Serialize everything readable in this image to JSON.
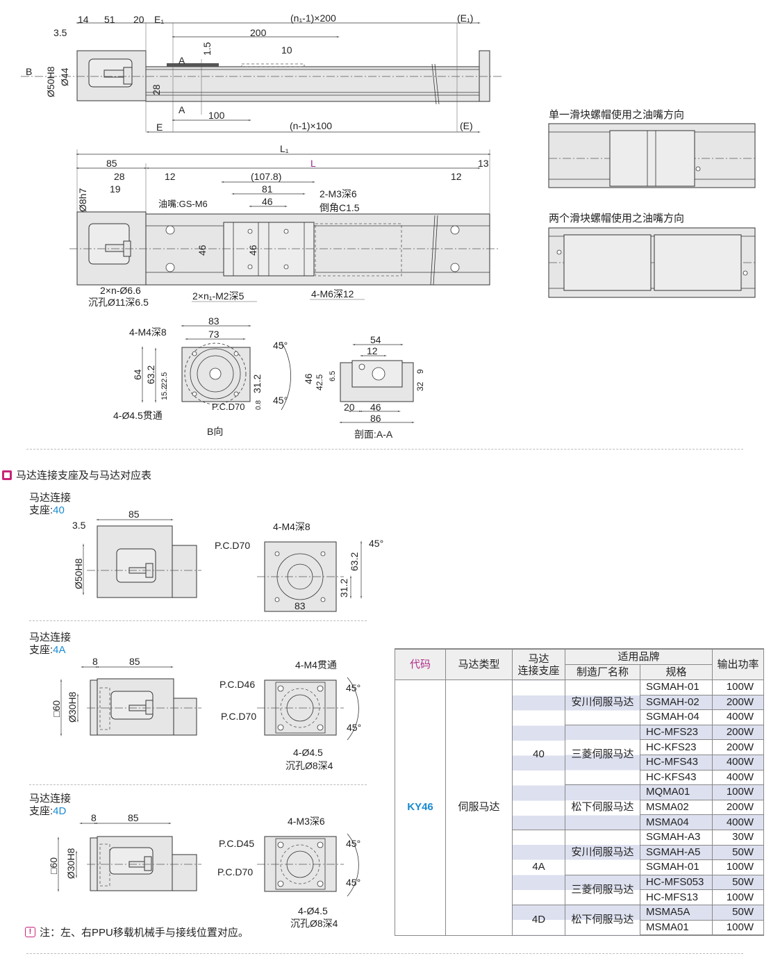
{
  "top_view": {
    "labels": [
      "14",
      "51",
      "20",
      "E₁",
      "(n₁-1)×200",
      "(E₁)",
      "3.5",
      "200",
      "1.5",
      "10",
      "A",
      "B",
      "Ø50H8",
      "Ø44",
      "28",
      "A",
      "100",
      "E",
      "(n-1)×100",
      "(E)"
    ]
  },
  "plan_view": {
    "labels": [
      "L₁",
      "85",
      "L",
      "13",
      "28",
      "12",
      "(107.8)",
      "12",
      "19",
      "81",
      "2-M3深6",
      "46",
      "倒角C1.5",
      "Ø8h7",
      "油嘴:GS-M6",
      "46",
      "46",
      "2×n-Ø6.6",
      "沉孔Ø11深6.5",
      "2×n₁-M2深5",
      "4-M6深12"
    ],
    "accent": "#9b2a8e"
  },
  "b_view": {
    "labels": [
      "83",
      "4-M4深8",
      "73",
      "45°",
      "64",
      "63.2",
      "22.5",
      "15.2",
      "31.2",
      "0.8",
      "45°",
      "P.C.D70",
      "4-Ø4.5贯通",
      "B向"
    ]
  },
  "aa_view": {
    "labels": [
      "54",
      "12",
      "46",
      "42.5",
      "6.5",
      "9",
      "32",
      "20",
      "46",
      "86",
      "剖面:A-A"
    ]
  },
  "side_notes": {
    "single": "单一滑块螺帽使用之油嘴方向",
    "double": "两个滑块螺帽使用之油嘴方向"
  },
  "section_title": "马达连接支座及与马达对应表",
  "brackets": [
    {
      "line1": "马达连接",
      "prefix": "支座:",
      "code": "40",
      "labels": [
        "3.5",
        "85",
        "Ø50H8",
        "4-M4深8",
        "P.C.D70",
        "45°",
        "63.2",
        "31.2",
        "83"
      ]
    },
    {
      "line1": "马达连接",
      "prefix": "支座:",
      "code": "4A",
      "labels": [
        "8",
        "85",
        "□60",
        "Ø30H8",
        "4-M4贯通",
        "P.C.D46",
        "P.C.D70",
        "45°",
        "45°",
        "4-Ø4.5",
        "沉孔Ø8深4"
      ]
    },
    {
      "line1": "马达连接",
      "prefix": "支座:",
      "code": "4D",
      "labels": [
        "8",
        "85",
        "□60",
        "Ø30H8",
        "4-M3深6",
        "P.C.D45",
        "P.C.D70",
        "45°",
        "45°",
        "4-Ø4.5",
        "沉孔Ø8深4"
      ]
    }
  ],
  "note": "注：左、右PPU移载机械手与接线位置对应。",
  "motor_table": {
    "headers": {
      "code": "代码",
      "type": "马达类型",
      "support_1": "马达",
      "support_2": "连接支座",
      "brand": "适用品牌",
      "maker": "制造厂名称",
      "spec": "规格",
      "power": "输出功率"
    },
    "code": "KY46",
    "type": "伺服马达",
    "groups": [
      {
        "support": "40",
        "makers": [
          {
            "name": "安川伺服马达",
            "specs": [
              [
                "SGMAH-01",
                "100W"
              ],
              [
                "SGMAH-02",
                "200W"
              ],
              [
                "SGMAH-04",
                "400W"
              ]
            ]
          },
          {
            "name": "三菱伺服马达",
            "specs": [
              [
                "HC-MFS23",
                "200W"
              ],
              [
                "HC-KFS23",
                "200W"
              ],
              [
                "HC-MFS43",
                "400W"
              ],
              [
                "HC-KFS43",
                "400W"
              ]
            ]
          },
          {
            "name": "松下伺服马达",
            "specs": [
              [
                "MQMA01",
                "100W"
              ],
              [
                "MSMA02",
                "200W"
              ],
              [
                "MSMA04",
                "400W"
              ]
            ]
          }
        ]
      },
      {
        "support": "4A",
        "makers": [
          {
            "name": "安川伺服马达",
            "specs": [
              [
                "SGMAH-A3",
                "30W"
              ],
              [
                "SGMAH-A5",
                "50W"
              ],
              [
                "SGMAH-01",
                "100W"
              ]
            ]
          },
          {
            "name": "三菱伺服马达",
            "specs": [
              [
                "HC-MFS053",
                "50W"
              ],
              [
                "HC-MFS13",
                "100W"
              ]
            ]
          }
        ]
      },
      {
        "support": "4D",
        "makers": [
          {
            "name": "松下伺服马达",
            "specs": [
              [
                "MSMA5A",
                "50W"
              ],
              [
                "MSMA01",
                "100W"
              ]
            ]
          }
        ]
      }
    ],
    "stripe_color": "#dde0ef"
  }
}
